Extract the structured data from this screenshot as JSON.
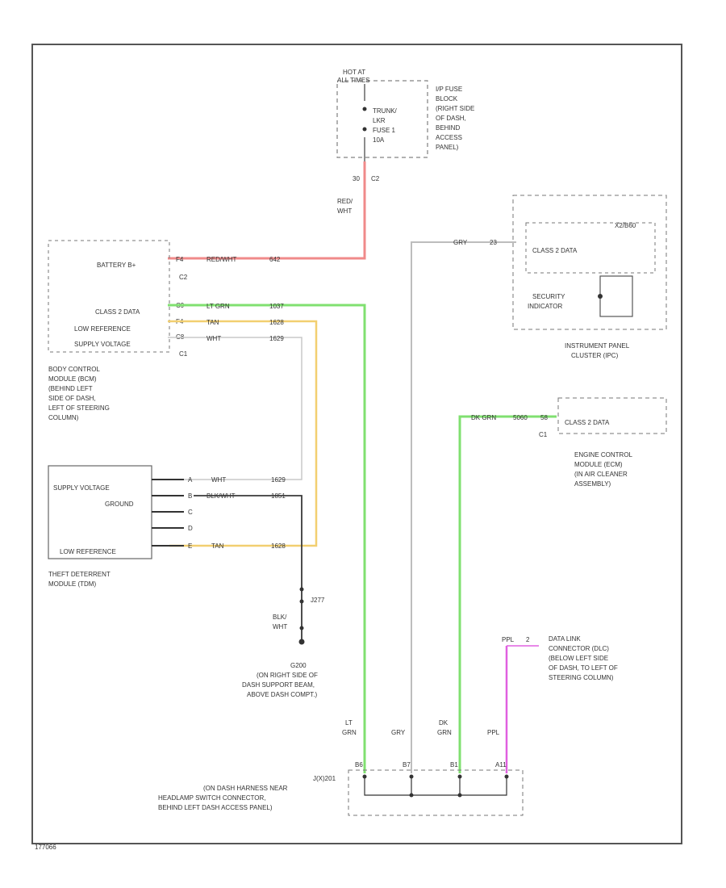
{
  "diagram_id": "177066",
  "fuse_block": {
    "hot_label": [
      "HOT AT",
      "ALL TIMES"
    ],
    "fuse_label": [
      "TRUNK/",
      "LKR",
      "FUSE 1",
      "10A"
    ],
    "block_desc": [
      "I/P FUSE",
      "BLOCK",
      "(RIGHT SIDE",
      "OF DASH,",
      "BEHIND",
      "ACCESS",
      "PANEL)"
    ],
    "pin": "30",
    "connector": "C2",
    "wire_color": [
      "RED/",
      "WHT"
    ]
  },
  "bcm": {
    "pins": [
      {
        "label": "BATTERY B+",
        "pin": "F4",
        "wire": "RED/WHT",
        "circuit": "642"
      },
      {
        "label": "CLASS 2 DATA",
        "pin": "C9",
        "wire": "LT GRN",
        "circuit": "1037"
      },
      {
        "label": "LOW REFERENCE",
        "pin": "F4",
        "wire": "TAN",
        "circuit": "1628"
      },
      {
        "label": "SUPPLY VOLTAGE",
        "pin": "C8",
        "wire": "WHT",
        "circuit": "1629"
      }
    ],
    "conn_top": "C2",
    "conn_bottom": "C1",
    "desc": [
      "BODY CONTROL",
      "MODULE (BCM)",
      "(BEHIND LEFT",
      "SIDE OF DASH,",
      "LEFT OF STEERING",
      "COLUMN)"
    ]
  },
  "ipc": {
    "pin": "23",
    "wire": "GRY",
    "conn": "X2/B60",
    "class2": "CLASS 2 DATA",
    "security": [
      "SECURITY",
      "INDICATOR"
    ],
    "desc": [
      "INSTRUMENT PANEL",
      "CLUSTER (IPC)"
    ]
  },
  "ecm": {
    "pin": "58",
    "wire": "DK GRN",
    "circuit": "5060",
    "label": "CLASS 2 DATA",
    "conn": "C1",
    "desc": [
      "ENGINE CONTROL",
      "MODULE (ECM)",
      "(IN AIR CLEANER",
      "ASSEMBLY)"
    ]
  },
  "tdm": {
    "pins": [
      {
        "label": "SUPPLY VOLTAGE",
        "pin": "A",
        "wire": "WHT",
        "circuit": "1629"
      },
      {
        "label": "GROUND",
        "pin": "B",
        "wire": "BLK/WHT",
        "circuit": "1851"
      },
      {
        "label": "",
        "pin": "C",
        "wire": "",
        "circuit": ""
      },
      {
        "label": "",
        "pin": "D",
        "wire": "",
        "circuit": ""
      },
      {
        "label": "LOW REFERENCE",
        "pin": "E",
        "wire": "TAN",
        "circuit": "1628"
      }
    ],
    "desc": [
      "THEFT DETERRENT",
      "MODULE (TDM)"
    ]
  },
  "ground": {
    "conn": "J277",
    "wire": [
      "BLK/",
      "WHT"
    ],
    "id": "G200",
    "desc": [
      "(ON RIGHT SIDE OF",
      "DASH SUPPORT BEAM,",
      "ABOVE DASH COMPT.)"
    ]
  },
  "dlc": {
    "wire": "PPL",
    "pin": "2",
    "desc": [
      "DATA LINK",
      "CONNECTOR (DLC)",
      "(BELOW LEFT SIDE",
      "OF DASH, TO LEFT OF",
      "STEERING COLUMN)"
    ]
  },
  "junction": {
    "wires": [
      {
        "color": [
          "LT",
          "GRN"
        ],
        "pin": "B6"
      },
      {
        "color": [
          "GRY"
        ],
        "pin": "B7"
      },
      {
        "color": [
          "DK",
          "GRN"
        ],
        "pin": "B1"
      },
      {
        "color": [
          "PPL"
        ],
        "pin": "A11"
      }
    ],
    "id": "J(X)201",
    "desc": [
      "(ON DASH HARNESS NEAR",
      "HEADLAMP SWITCH CONNECTOR,",
      "BEHIND LEFT DASH ACCESS PANEL)"
    ]
  },
  "colors": {
    "red": "#f08a8a",
    "green": "#80e070",
    "tan": "#f2cf70",
    "gray": "#bdbdbd",
    "black": "#3a3a3a",
    "purple": "#e060e0"
  }
}
